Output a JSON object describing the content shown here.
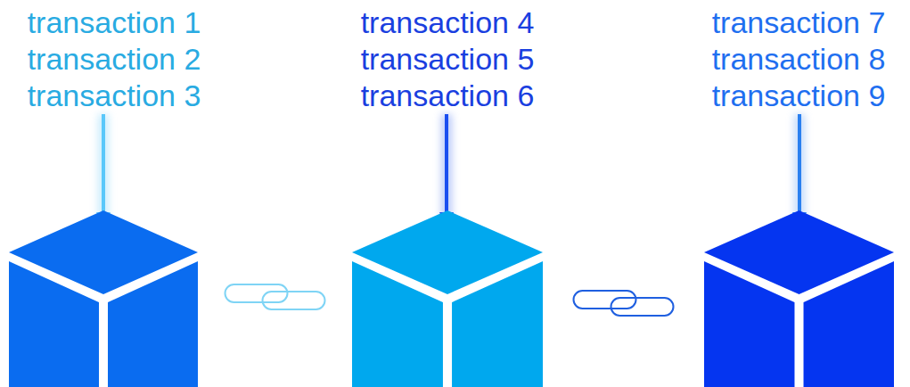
{
  "diagram": {
    "nodes": [
      {
        "text": [
          "transaction 1",
          "transaction 2",
          "transaction 3"
        ]
      },
      {
        "text": [
          "transaction 4",
          "transaction 5",
          "transaction 6"
        ]
      },
      {
        "text": [
          "transaction 7",
          "transaction 8",
          "transaction 9"
        ]
      }
    ],
    "edges": [
      {
        "from": 0,
        "to": 1,
        "arrow": "none"
      },
      {
        "from": 1,
        "to": 2,
        "arrow": "none"
      }
    ]
  }
}
